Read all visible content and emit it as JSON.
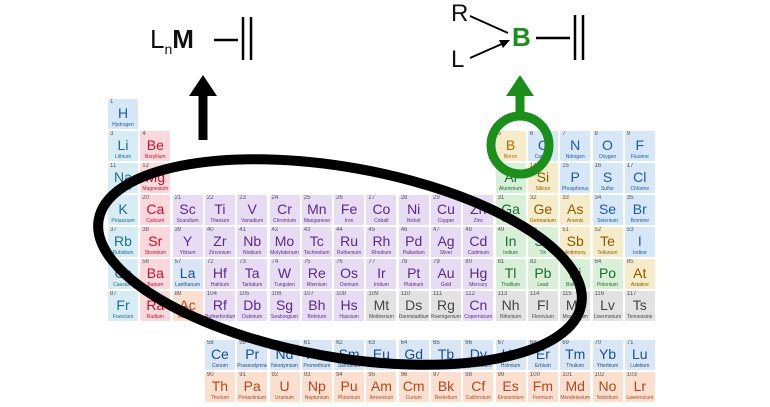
{
  "left_complex": {
    "L": "L",
    "n": "n",
    "M": "M"
  },
  "right_complex": {
    "R": "R",
    "L": "L",
    "B": "B"
  },
  "colors": {
    "boron_highlight": "#1a8f1a",
    "line": "#000000",
    "alkali": "#d7ecf4",
    "alkaline_earth": "#fbd8dc",
    "transition": "#e7dcf3",
    "lanthanide": "#d9e6f6",
    "actinide": "#fbe0cf",
    "post_transition": "#d8f0d8",
    "metalloid": "#f7ecc9",
    "nonmetal": "#d6e7f8",
    "unknown": "#e2e2e2"
  },
  "elements": [
    {
      "n": "1",
      "s": "H",
      "name": "Hydrogen",
      "c": "nonmetal",
      "col": 1,
      "row": 1
    },
    {
      "n": "3",
      "s": "Li",
      "name": "Lithium",
      "c": "alkali",
      "col": 1,
      "row": 2
    },
    {
      "n": "4",
      "s": "Be",
      "name": "Beryllium",
      "c": "alkaline_earth",
      "col": 2,
      "row": 2
    },
    {
      "n": "5",
      "s": "B",
      "name": "Boron",
      "c": "boron",
      "col": 13,
      "row": 2
    },
    {
      "n": "6",
      "s": "C",
      "name": "Carbon",
      "c": "nonmetal",
      "col": 14,
      "row": 2
    },
    {
      "n": "7",
      "s": "N",
      "name": "Nitrogen",
      "c": "nonmetal",
      "col": 15,
      "row": 2
    },
    {
      "n": "8",
      "s": "O",
      "name": "Oxygen",
      "c": "nonmetal",
      "col": 16,
      "row": 2
    },
    {
      "n": "9",
      "s": "F",
      "name": "Fluorine",
      "c": "nonmetal",
      "col": 17,
      "row": 2
    },
    {
      "n": "11",
      "s": "Na",
      "name": "Sodium",
      "c": "alkali",
      "col": 1,
      "row": 3
    },
    {
      "n": "12",
      "s": "Mg",
      "name": "Magnesium",
      "c": "alkaline_earth",
      "col": 2,
      "row": 3
    },
    {
      "n": "13",
      "s": "Al",
      "name": "Aluminium",
      "c": "post_transition",
      "col": 13,
      "row": 3
    },
    {
      "n": "14",
      "s": "Si",
      "name": "Silicon",
      "c": "metalloid",
      "col": 14,
      "row": 3
    },
    {
      "n": "15",
      "s": "P",
      "name": "Phosphorus",
      "c": "nonmetal",
      "col": 15,
      "row": 3
    },
    {
      "n": "16",
      "s": "S",
      "name": "Sulfur",
      "c": "nonmetal",
      "col": 16,
      "row": 3
    },
    {
      "n": "17",
      "s": "Cl",
      "name": "Chlorine",
      "c": "nonmetal",
      "col": 17,
      "row": 3
    },
    {
      "n": "19",
      "s": "K",
      "name": "Potassium",
      "c": "alkali",
      "col": 1,
      "row": 4
    },
    {
      "n": "20",
      "s": "Ca",
      "name": "Calcium",
      "c": "alkaline_earth",
      "col": 2,
      "row": 4
    },
    {
      "n": "21",
      "s": "Sc",
      "name": "Scandium",
      "c": "transition",
      "col": 3,
      "row": 4
    },
    {
      "n": "22",
      "s": "Ti",
      "name": "Titanium",
      "c": "transition",
      "col": 4,
      "row": 4
    },
    {
      "n": "23",
      "s": "V",
      "name": "Vanadium",
      "c": "transition",
      "col": 5,
      "row": 4
    },
    {
      "n": "24",
      "s": "Cr",
      "name": "Chromium",
      "c": "transition",
      "col": 6,
      "row": 4
    },
    {
      "n": "25",
      "s": "Mn",
      "name": "Manganese",
      "c": "transition",
      "col": 7,
      "row": 4
    },
    {
      "n": "26",
      "s": "Fe",
      "name": "Iron",
      "c": "transition",
      "col": 8,
      "row": 4
    },
    {
      "n": "27",
      "s": "Co",
      "name": "Cobalt",
      "c": "transition",
      "col": 9,
      "row": 4
    },
    {
      "n": "28",
      "s": "Ni",
      "name": "Nickel",
      "c": "transition",
      "col": 10,
      "row": 4
    },
    {
      "n": "29",
      "s": "Cu",
      "name": "Copper",
      "c": "transition",
      "col": 11,
      "row": 4
    },
    {
      "n": "30",
      "s": "Zn",
      "name": "Zinc",
      "c": "transition",
      "col": 12,
      "row": 4
    },
    {
      "n": "31",
      "s": "Ga",
      "name": "Gallium",
      "c": "post_transition",
      "col": 13,
      "row": 4
    },
    {
      "n": "32",
      "s": "Ge",
      "name": "Germanium",
      "c": "metalloid",
      "col": 14,
      "row": 4
    },
    {
      "n": "33",
      "s": "As",
      "name": "Arsenic",
      "c": "metalloid",
      "col": 15,
      "row": 4
    },
    {
      "n": "34",
      "s": "Se",
      "name": "Selenium",
      "c": "nonmetal",
      "col": 16,
      "row": 4
    },
    {
      "n": "35",
      "s": "Br",
      "name": "Bromine",
      "c": "nonmetal",
      "col": 17,
      "row": 4
    },
    {
      "n": "37",
      "s": "Rb",
      "name": "Rubidium",
      "c": "alkali",
      "col": 1,
      "row": 5
    },
    {
      "n": "38",
      "s": "Sr",
      "name": "Strontium",
      "c": "alkaline_earth",
      "col": 2,
      "row": 5
    },
    {
      "n": "39",
      "s": "Y",
      "name": "Yttrium",
      "c": "transition",
      "col": 3,
      "row": 5
    },
    {
      "n": "40",
      "s": "Zr",
      "name": "Zirconium",
      "c": "transition",
      "col": 4,
      "row": 5
    },
    {
      "n": "41",
      "s": "Nb",
      "name": "Niobium",
      "c": "transition",
      "col": 5,
      "row": 5
    },
    {
      "n": "42",
      "s": "Mo",
      "name": "Molybdenum",
      "c": "transition",
      "col": 6,
      "row": 5
    },
    {
      "n": "43",
      "s": "Tc",
      "name": "Technetium",
      "c": "transition",
      "col": 7,
      "row": 5
    },
    {
      "n": "44",
      "s": "Ru",
      "name": "Ruthenium",
      "c": "transition",
      "col": 8,
      "row": 5
    },
    {
      "n": "45",
      "s": "Rh",
      "name": "Rhodium",
      "c": "transition",
      "col": 9,
      "row": 5
    },
    {
      "n": "46",
      "s": "Pd",
      "name": "Palladium",
      "c": "transition",
      "col": 10,
      "row": 5
    },
    {
      "n": "47",
      "s": "Ag",
      "name": "Silver",
      "c": "transition",
      "col": 11,
      "row": 5
    },
    {
      "n": "48",
      "s": "Cd",
      "name": "Cadmium",
      "c": "transition",
      "col": 12,
      "row": 5
    },
    {
      "n": "49",
      "s": "In",
      "name": "Indium",
      "c": "post_transition",
      "col": 13,
      "row": 5
    },
    {
      "n": "50",
      "s": "Sn",
      "name": "Tin",
      "c": "post_transition",
      "col": 14,
      "row": 5
    },
    {
      "n": "51",
      "s": "Sb",
      "name": "Antimony",
      "c": "metalloid",
      "col": 15,
      "row": 5
    },
    {
      "n": "52",
      "s": "Te",
      "name": "Tellurium",
      "c": "metalloid",
      "col": 16,
      "row": 5
    },
    {
      "n": "53",
      "s": "I",
      "name": "Iodine",
      "c": "nonmetal",
      "col": 17,
      "row": 5
    },
    {
      "n": "55",
      "s": "Cs",
      "name": "Caesium",
      "c": "alkali",
      "col": 1,
      "row": 6
    },
    {
      "n": "56",
      "s": "Ba",
      "name": "Barium",
      "c": "alkaline_earth",
      "col": 2,
      "row": 6
    },
    {
      "n": "57",
      "s": "La",
      "name": "Lanthanum",
      "c": "lanthanide",
      "col": 3,
      "row": 6
    },
    {
      "n": "72",
      "s": "Hf",
      "name": "Hafnium",
      "c": "transition",
      "col": 4,
      "row": 6
    },
    {
      "n": "73",
      "s": "Ta",
      "name": "Tantalum",
      "c": "transition",
      "col": 5,
      "row": 6
    },
    {
      "n": "74",
      "s": "W",
      "name": "Tungsten",
      "c": "transition",
      "col": 6,
      "row": 6
    },
    {
      "n": "75",
      "s": "Re",
      "name": "Rhenium",
      "c": "transition",
      "col": 7,
      "row": 6
    },
    {
      "n": "76",
      "s": "Os",
      "name": "Osmium",
      "c": "transition",
      "col": 8,
      "row": 6
    },
    {
      "n": "77",
      "s": "Ir",
      "name": "Iridium",
      "c": "transition",
      "col": 9,
      "row": 6
    },
    {
      "n": "78",
      "s": "Pt",
      "name": "Platinum",
      "c": "transition",
      "col": 10,
      "row": 6
    },
    {
      "n": "79",
      "s": "Au",
      "name": "Gold",
      "c": "transition",
      "col": 11,
      "row": 6
    },
    {
      "n": "80",
      "s": "Hg",
      "name": "Mercury",
      "c": "transition",
      "col": 12,
      "row": 6
    },
    {
      "n": "81",
      "s": "Tl",
      "name": "Thallium",
      "c": "post_transition",
      "col": 13,
      "row": 6
    },
    {
      "n": "82",
      "s": "Pb",
      "name": "Lead",
      "c": "post_transition",
      "col": 14,
      "row": 6
    },
    {
      "n": "83",
      "s": "Bi",
      "name": "Bismuth",
      "c": "post_transition",
      "col": 15,
      "row": 6
    },
    {
      "n": "84",
      "s": "Po",
      "name": "Polonium",
      "c": "post_transition",
      "col": 16,
      "row": 6
    },
    {
      "n": "85",
      "s": "At",
      "name": "Astatine",
      "c": "metalloid",
      "col": 17,
      "row": 6
    },
    {
      "n": "87",
      "s": "Fr",
      "name": "Francium",
      "c": "alkali",
      "col": 1,
      "row": 7
    },
    {
      "n": "88",
      "s": "Ra",
      "name": "Radium",
      "c": "alkaline_earth",
      "col": 2,
      "row": 7
    },
    {
      "n": "89",
      "s": "Ac",
      "name": "Actinium",
      "c": "actinide",
      "col": 3,
      "row": 7
    },
    {
      "n": "104",
      "s": "Rf",
      "name": "Rutherfordium",
      "c": "transition",
      "col": 4,
      "row": 7
    },
    {
      "n": "105",
      "s": "Db",
      "name": "Dubnium",
      "c": "transition",
      "col": 5,
      "row": 7
    },
    {
      "n": "106",
      "s": "Sg",
      "name": "Seaborgium",
      "c": "transition",
      "col": 6,
      "row": 7
    },
    {
      "n": "107",
      "s": "Bh",
      "name": "Bohrium",
      "c": "transition",
      "col": 7,
      "row": 7
    },
    {
      "n": "108",
      "s": "Hs",
      "name": "Hassium",
      "c": "transition",
      "col": 8,
      "row": 7
    },
    {
      "n": "109",
      "s": "Mt",
      "name": "Meitnerium",
      "c": "unknown",
      "col": 9,
      "row": 7
    },
    {
      "n": "110",
      "s": "Ds",
      "name": "Darmstadtium",
      "c": "unknown",
      "col": 10,
      "row": 7
    },
    {
      "n": "111",
      "s": "Rg",
      "name": "Roentgenium",
      "c": "unknown",
      "col": 11,
      "row": 7
    },
    {
      "n": "112",
      "s": "Cn",
      "name": "Copernicium",
      "c": "transition",
      "col": 12,
      "row": 7
    },
    {
      "n": "113",
      "s": "Nh",
      "name": "Nihonium",
      "c": "unknown",
      "col": 13,
      "row": 7
    },
    {
      "n": "114",
      "s": "Fl",
      "name": "Flerovium",
      "c": "unknown",
      "col": 14,
      "row": 7
    },
    {
      "n": "115",
      "s": "Mc",
      "name": "Moscovium",
      "c": "unknown",
      "col": 15,
      "row": 7
    },
    {
      "n": "116",
      "s": "Lv",
      "name": "Livermorium",
      "c": "unknown",
      "col": 16,
      "row": 7
    },
    {
      "n": "117",
      "s": "Ts",
      "name": "Tennessine",
      "c": "unknown",
      "col": 17,
      "row": 7
    },
    {
      "n": "58",
      "s": "Ce",
      "name": "Cerium",
      "c": "lanthanide",
      "col": 4,
      "row": 9
    },
    {
      "n": "59",
      "s": "Pr",
      "name": "Praseodymium",
      "c": "lanthanide",
      "col": 5,
      "row": 9
    },
    {
      "n": "60",
      "s": "Nd",
      "name": "Neodymium",
      "c": "lanthanide",
      "col": 6,
      "row": 9
    },
    {
      "n": "61",
      "s": "Pm",
      "name": "Promethium",
      "c": "lanthanide",
      "col": 7,
      "row": 9
    },
    {
      "n": "62",
      "s": "Sm",
      "name": "Samarium",
      "c": "lanthanide",
      "col": 8,
      "row": 9
    },
    {
      "n": "63",
      "s": "Eu",
      "name": "Europium",
      "c": "lanthanide",
      "col": 9,
      "row": 9
    },
    {
      "n": "64",
      "s": "Gd",
      "name": "Gadolinium",
      "c": "lanthanide",
      "col": 10,
      "row": 9
    },
    {
      "n": "65",
      "s": "Tb",
      "name": "Terbium",
      "c": "lanthanide",
      "col": 11,
      "row": 9
    },
    {
      "n": "66",
      "s": "Dy",
      "name": "Dysprosium",
      "c": "lanthanide",
      "col": 12,
      "row": 9
    },
    {
      "n": "67",
      "s": "Ho",
      "name": "Holmium",
      "c": "lanthanide",
      "col": 13,
      "row": 9
    },
    {
      "n": "68",
      "s": "Er",
      "name": "Erbium",
      "c": "lanthanide",
      "col": 14,
      "row": 9
    },
    {
      "n": "69",
      "s": "Tm",
      "name": "Thulium",
      "c": "lanthanide",
      "col": 15,
      "row": 9
    },
    {
      "n": "70",
      "s": "Yb",
      "name": "Ytterbium",
      "c": "lanthanide",
      "col": 16,
      "row": 9
    },
    {
      "n": "71",
      "s": "Lu",
      "name": "Lutetium",
      "c": "lanthanide",
      "col": 17,
      "row": 9
    },
    {
      "n": "90",
      "s": "Th",
      "name": "Thorium",
      "c": "actinide",
      "col": 4,
      "row": 10
    },
    {
      "n": "91",
      "s": "Pa",
      "name": "Protactinium",
      "c": "actinide",
      "col": 5,
      "row": 10
    },
    {
      "n": "92",
      "s": "U",
      "name": "Uranium",
      "c": "actinide",
      "col": 6,
      "row": 10
    },
    {
      "n": "93",
      "s": "Np",
      "name": "Neptunium",
      "c": "actinide",
      "col": 7,
      "row": 10
    },
    {
      "n": "94",
      "s": "Pu",
      "name": "Plutonium",
      "c": "actinide",
      "col": 8,
      "row": 10
    },
    {
      "n": "95",
      "s": "Am",
      "name": "Americium",
      "c": "actinide",
      "col": 9,
      "row": 10
    },
    {
      "n": "96",
      "s": "Cm",
      "name": "Curium",
      "c": "actinide",
      "col": 10,
      "row": 10
    },
    {
      "n": "97",
      "s": "Bk",
      "name": "Berkelium",
      "c": "actinide",
      "col": 11,
      "row": 10
    },
    {
      "n": "98",
      "s": "Cf",
      "name": "Californium",
      "c": "actinide",
      "col": 12,
      "row": 10
    },
    {
      "n": "99",
      "s": "Es",
      "name": "Einsteinium",
      "c": "actinide",
      "col": 13,
      "row": 10
    },
    {
      "n": "100",
      "s": "Fm",
      "name": "Fermium",
      "c": "actinide",
      "col": 14,
      "row": 10
    },
    {
      "n": "101",
      "s": "Md",
      "name": "Mendelevium",
      "c": "actinide",
      "col": 15,
      "row": 10
    },
    {
      "n": "102",
      "s": "No",
      "name": "Nobelium",
      "c": "actinide",
      "col": 16,
      "row": 10
    },
    {
      "n": "103",
      "s": "Lr",
      "name": "Lawrencium",
      "c": "actinide",
      "col": 17,
      "row": 10
    }
  ]
}
